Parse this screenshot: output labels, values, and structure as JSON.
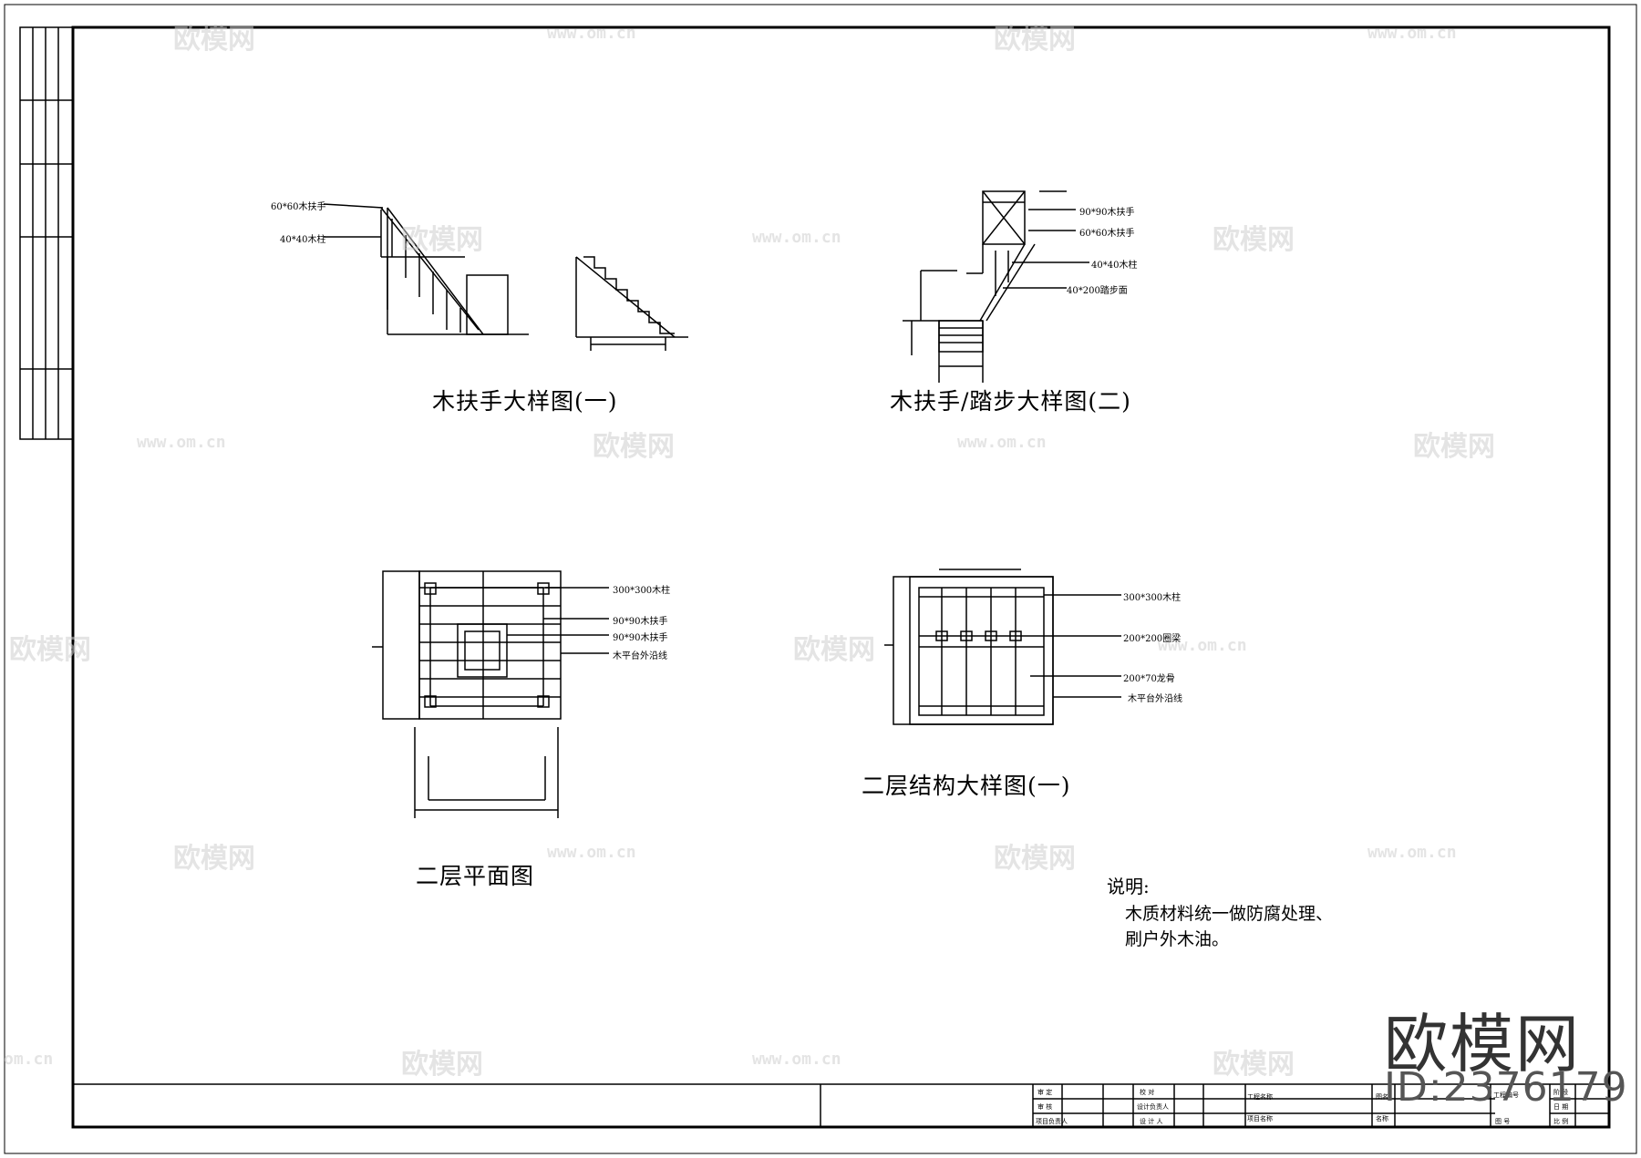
{
  "drawings": {
    "d1": {
      "title": "木扶手大样图(一)",
      "labels": [
        "60*60木扶手",
        "40*40木柱"
      ]
    },
    "d2": {
      "title": "木扶手/踏步大样图(二)",
      "labels": [
        "90*90木扶手",
        "60*60木扶手",
        "40*40木柱",
        "40*200踏步面"
      ]
    },
    "d3": {
      "title": "二层平面图",
      "labels": [
        "300*300木柱",
        "90*90木扶手",
        "90*90木扶手",
        "木平台外沿线"
      ]
    },
    "d4": {
      "title": "二层结构大样图(一)",
      "labels": [
        "300*300木柱",
        "200*200圈梁",
        "200*70龙骨",
        "木平台外沿线"
      ]
    }
  },
  "notes": {
    "heading": "说明:",
    "line1": "木质材料统一做防腐处理、",
    "line2": "刷户外木油。"
  },
  "title_block": {
    "cells": [
      "审 定",
      "审 核",
      "项目负责人",
      "校 对",
      "设计负责人",
      "设 计 人",
      "工程名称",
      "项目名称",
      "图名",
      "工程编号",
      "图 号",
      "阶 段",
      "日 期",
      "比 例",
      "名称"
    ]
  },
  "watermark": {
    "brand": "欧模网",
    "id": "ID:2376179",
    "mark": "欧模网",
    "url": "www.om.cn",
    "url_partial": "om.cn"
  }
}
